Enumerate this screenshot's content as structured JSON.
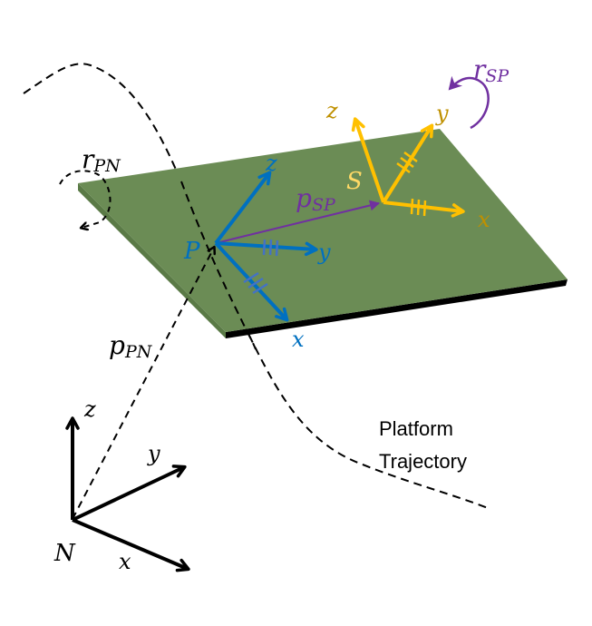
{
  "colors": {
    "platform_top": "#6b8c55",
    "platform_edge_front": "#000000",
    "platform_edge_side": "#5a7a46",
    "platform_frame": "#0070c0",
    "sensor_frame": "#ffc000",
    "sensor_label": "#bf9000",
    "sensor_origin_label": "#ffd966",
    "relation": "#7030a0",
    "nav_frame": "#000000",
    "tick_marks_platform": "#4472c4"
  },
  "nav_frame": {
    "origin_label": "N",
    "x_label": "x",
    "y_label": "y",
    "z_label": "z"
  },
  "platform_frame": {
    "origin_label": "P",
    "x_label": "x",
    "y_label": "y",
    "z_label": "z"
  },
  "sensor_frame": {
    "origin_label": "S",
    "x_label": "x",
    "y_label": "y",
    "z_label": "z"
  },
  "relations": {
    "p_PN": {
      "symbol": "p",
      "subscript": "PN"
    },
    "r_PN": {
      "symbol": "r",
      "subscript": "PN"
    },
    "p_SP": {
      "symbol": "p",
      "subscript": "SP"
    },
    "r_SP": {
      "symbol": "r",
      "subscript": "SP"
    }
  },
  "trajectory_label": {
    "line1": "Platform",
    "line2": "Trajectory"
  }
}
